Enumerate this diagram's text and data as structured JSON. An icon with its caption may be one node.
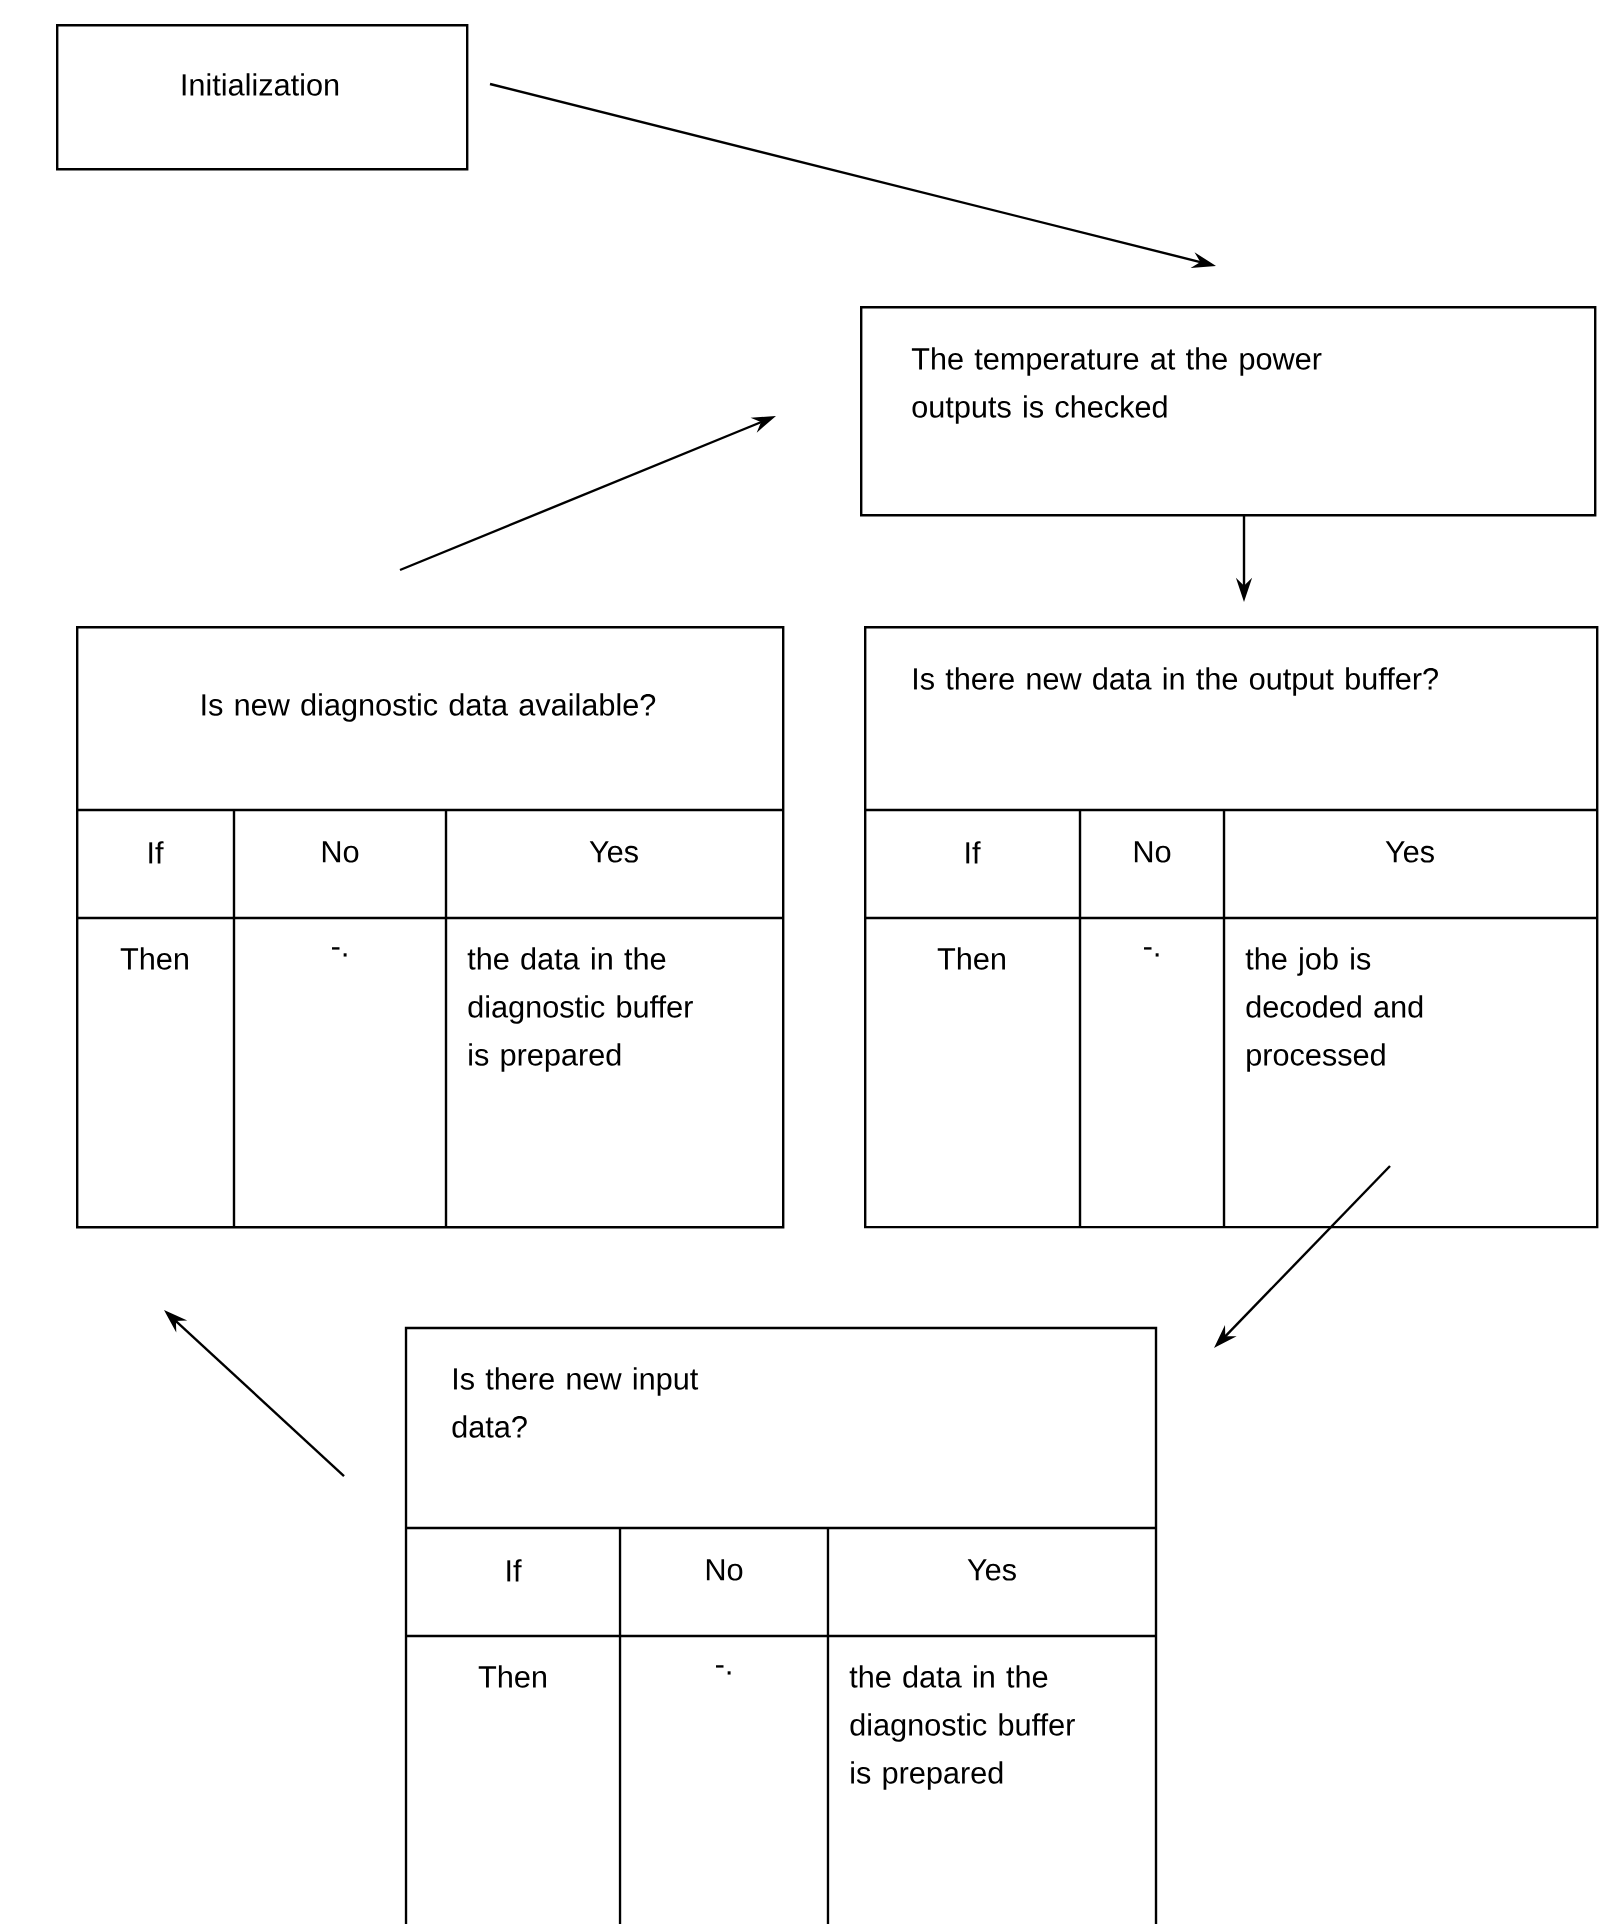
{
  "diagram": {
    "nodes": [
      {
        "text": [
          "Initialization"
        ]
      },
      {
        "text": [
          "The temperature at the power outputs is checked"
        ]
      },
      {
        "text": [
          "Is new diagnostic data available?",
          "If",
          "No",
          "Yes",
          "Then",
          "-.",
          "the data in the diagnostic buffer is prepared"
        ]
      },
      {
        "text": [
          "Is there new data in the output buffer?",
          "If",
          "No",
          "Yes",
          "Then",
          "-.",
          "the job is decoded and processed"
        ]
      },
      {
        "text": [
          "Is there new input data?",
          "If",
          "No",
          "Yes",
          "Then",
          "-.",
          "the data in the diagnostic buffer is prepared"
        ]
      }
    ],
    "edges": [
      {
        "from": 0,
        "to": 1,
        "arrow": "to"
      },
      {
        "from": 2,
        "to": 1,
        "arrow": "to"
      },
      {
        "from": 1,
        "to": 3,
        "arrow": "to"
      },
      {
        "from": 3,
        "to": 4,
        "arrow": "to"
      },
      {
        "from": 4,
        "to": 2,
        "arrow": "to"
      }
    ]
  }
}
